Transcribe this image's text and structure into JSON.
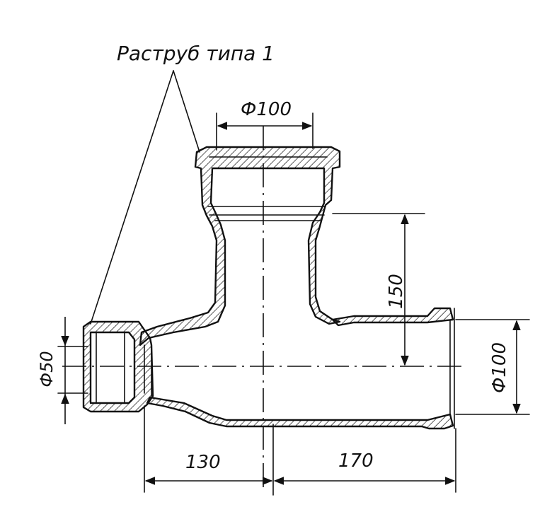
{
  "drawing": {
    "title_label": "Раструб типа 1",
    "dim_top_diameter": "Ф100",
    "dim_right_diameter": "Ф100",
    "dim_left_diameter": "Ф50",
    "dim_height": "150",
    "dim_left_length": "130",
    "dim_right_length": "170"
  }
}
